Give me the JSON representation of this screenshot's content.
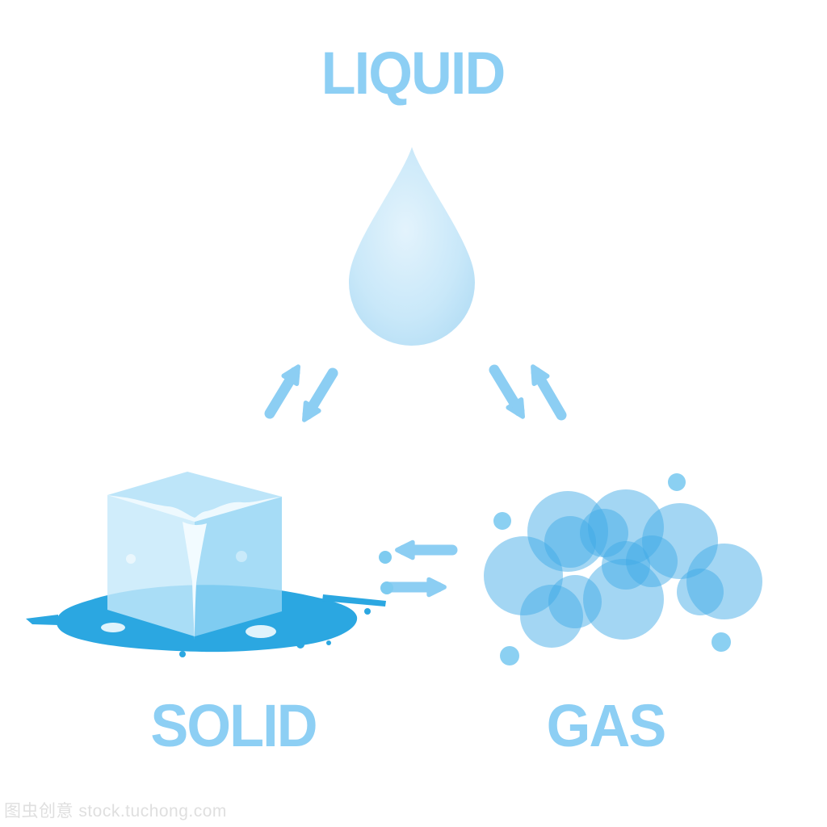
{
  "diagram": {
    "type": "states-of-matter-cycle",
    "states": [
      {
        "id": "liquid",
        "label": "LIQUID",
        "icon": "water-drop-icon",
        "position": "top-center"
      },
      {
        "id": "solid",
        "label": "SOLID",
        "icon": "ice-cube-icon",
        "position": "bottom-left"
      },
      {
        "id": "gas",
        "label": "GAS",
        "icon": "gas-bubbles-icon",
        "position": "bottom-right"
      }
    ],
    "transitions": [
      {
        "between": [
          "liquid",
          "solid"
        ],
        "icon": "double-diagonal-arrows",
        "direction": "two-way"
      },
      {
        "between": [
          "liquid",
          "gas"
        ],
        "icon": "double-diagonal-arrows",
        "direction": "two-way"
      },
      {
        "between": [
          "solid",
          "gas"
        ],
        "icon": "double-horizontal-arrows",
        "direction": "two-way"
      }
    ]
  },
  "watermark": {
    "text": "图虫创意 stock.tuchong.com"
  },
  "colors": {
    "background": "#FFFFFF",
    "label_blue": "#8DCFF4",
    "arrow_blue": "#8CCEF3",
    "drop_highlight": "#E3F3FC",
    "drop_mid": "#C7E7F9",
    "drop_edge": "#A9D8F3",
    "cube_top": "#AEDFF8",
    "cube_left": "#C6E9FA",
    "cube_right": "#93D4F4",
    "melt_white": "#F2FBFF",
    "puddle_blue": "#2BA7E1",
    "gas_bubble_blue": "#3FA9E6",
    "gas_satellite_blue": "#8BD0F2"
  }
}
